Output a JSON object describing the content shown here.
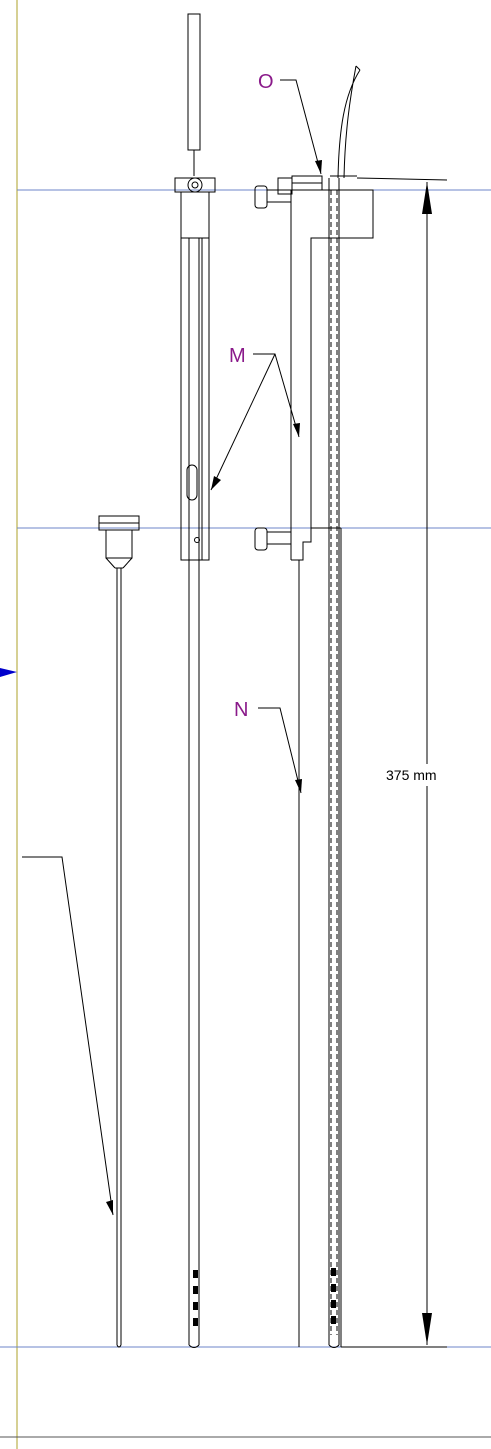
{
  "labels": {
    "O": "O",
    "M": "M",
    "N": "N"
  },
  "dimension": {
    "text": "375 mm"
  },
  "colors": {
    "line": "#000000",
    "guide_line": "#6e86c8",
    "frame_yellow": "#c8c070",
    "label": "#8a1a8a",
    "marker": "#0000cc",
    "background": "#ffffff"
  }
}
